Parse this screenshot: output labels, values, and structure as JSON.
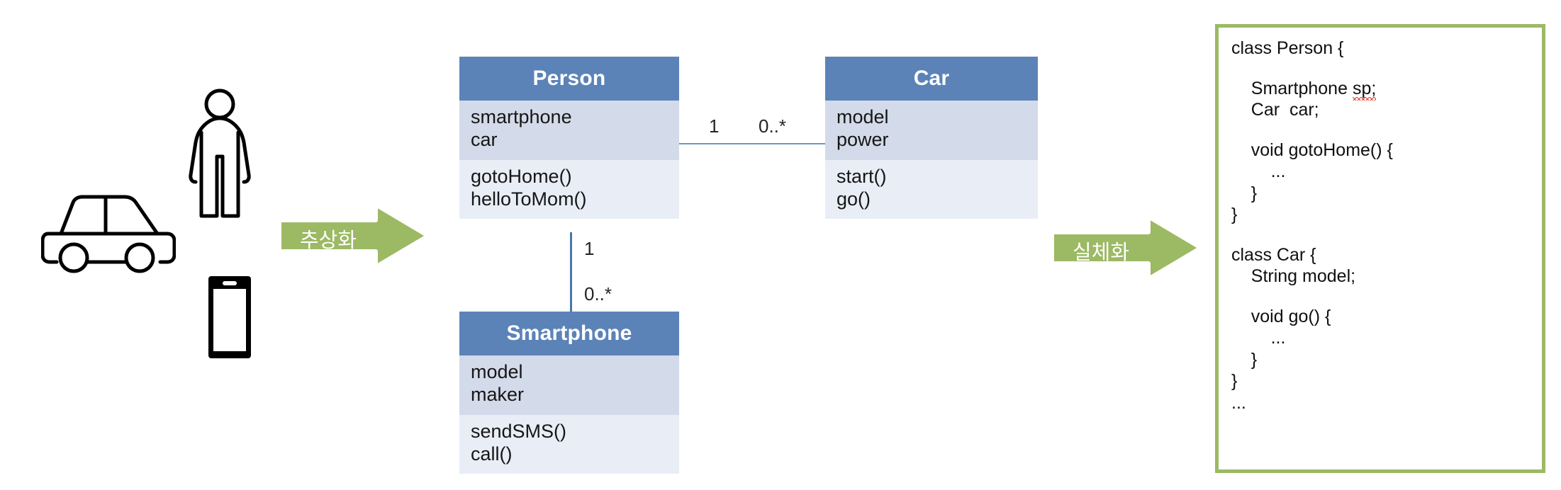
{
  "diagram": {
    "title": "UML class diagram: abstraction and realization",
    "colors": {
      "class_header": "#5b83b8",
      "class_attributes": "#d3dae9",
      "class_operations": "#e9edf6",
      "association_line": "#6f94c6",
      "arrow_green": "#9cb964",
      "code_border": "#9cb964",
      "squiggle_red": "#e03b28"
    }
  },
  "icons": {
    "car": "car-icon",
    "person": "person-icon",
    "phone": "smartphone-icon"
  },
  "arrows": [
    {
      "name": "abstraction-arrow",
      "label": "추상화"
    },
    {
      "name": "realization-arrow",
      "label": "실체화"
    }
  ],
  "classes": {
    "person": {
      "name": "Person",
      "attributes": [
        "smartphone",
        "car"
      ],
      "operations": [
        "gotoHome()",
        "helloToMom()"
      ]
    },
    "car": {
      "name": "Car",
      "attributes": [
        "model",
        "power"
      ],
      "operations": [
        "start()",
        "go()"
      ]
    },
    "smartphone": {
      "name": "Smartphone",
      "attributes": [
        "model",
        "maker"
      ],
      "operations": [
        "sendSMS()",
        "call()"
      ]
    }
  },
  "associations": [
    {
      "name": "person-car-association",
      "source_multiplicity": "1",
      "target_multiplicity": "0..*",
      "orientation": "horizontal"
    },
    {
      "name": "person-smartphone-association",
      "source_multiplicity": "1",
      "target_multiplicity": "0..*",
      "orientation": "vertical"
    }
  ],
  "code": {
    "lines": [
      {
        "text": "class Person {",
        "indent": 0
      },
      {
        "text": "",
        "indent": 0,
        "blank": true
      },
      {
        "text": "Smartphone ",
        "indent": 1,
        "squiggle_tail": "sp;"
      },
      {
        "text": "Car  car;",
        "indent": 1
      },
      {
        "text": "",
        "indent": 0,
        "blank": true
      },
      {
        "text": "void gotoHome() {",
        "indent": 1
      },
      {
        "text": "...",
        "indent": 2
      },
      {
        "text": "}",
        "indent": 1
      },
      {
        "text": "}",
        "indent": 0
      },
      {
        "text": "",
        "indent": 0,
        "blank": true
      },
      {
        "text": "class Car {",
        "indent": 0
      },
      {
        "text": "String model;",
        "indent": 1
      },
      {
        "text": "",
        "indent": 0,
        "blank": true
      },
      {
        "text": "void go() {",
        "indent": 1
      },
      {
        "text": "...",
        "indent": 2
      },
      {
        "text": "}",
        "indent": 1
      },
      {
        "text": "}",
        "indent": 0
      },
      {
        "text": "...",
        "indent": 0
      }
    ]
  }
}
